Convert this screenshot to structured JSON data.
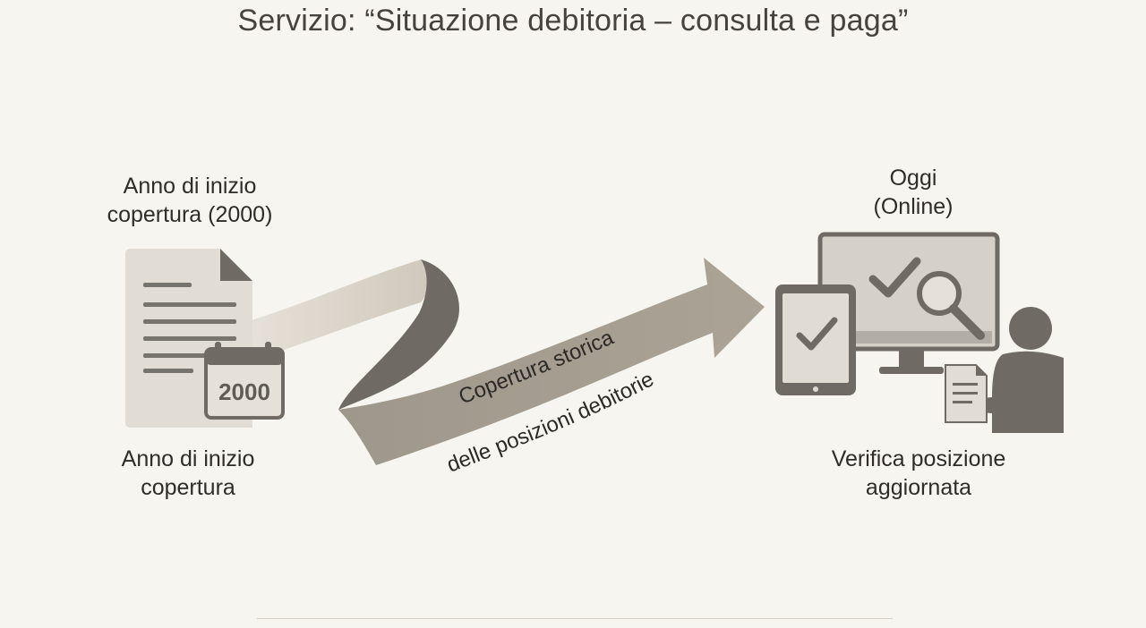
{
  "title": "Servizio: “Situazione debitoria – consulta e paga”",
  "start": {
    "heading": "Anno di inizio copertura (2000)",
    "heading_lines": [
      "Anno di inizio",
      "copertura (2000)"
    ],
    "calendar_year": "2000",
    "caption_lines": [
      "Anno di inizio",
      "copertura"
    ]
  },
  "ribbon": {
    "line1": "Copertura storica",
    "line2": "delle posizioni debitorie"
  },
  "end": {
    "heading_lines": [
      "Oggi",
      "(Online)"
    ],
    "caption_lines": [
      "Verifica posizione",
      "aggiornata"
    ]
  },
  "icons": {
    "document": "document-icon",
    "calendar": "calendar-icon",
    "tablet": "tablet-icon",
    "monitor": "monitor-icon",
    "checkmark": "checkmark-icon",
    "magnifier": "magnifier-icon",
    "person": "person-icon",
    "paper": "paper-icon"
  },
  "colors": {
    "background": "#f7f5ef",
    "light_fill": "#e1dcd3",
    "mid_fill": "#a39b8f",
    "dark_fill": "#6e6a64"
  }
}
